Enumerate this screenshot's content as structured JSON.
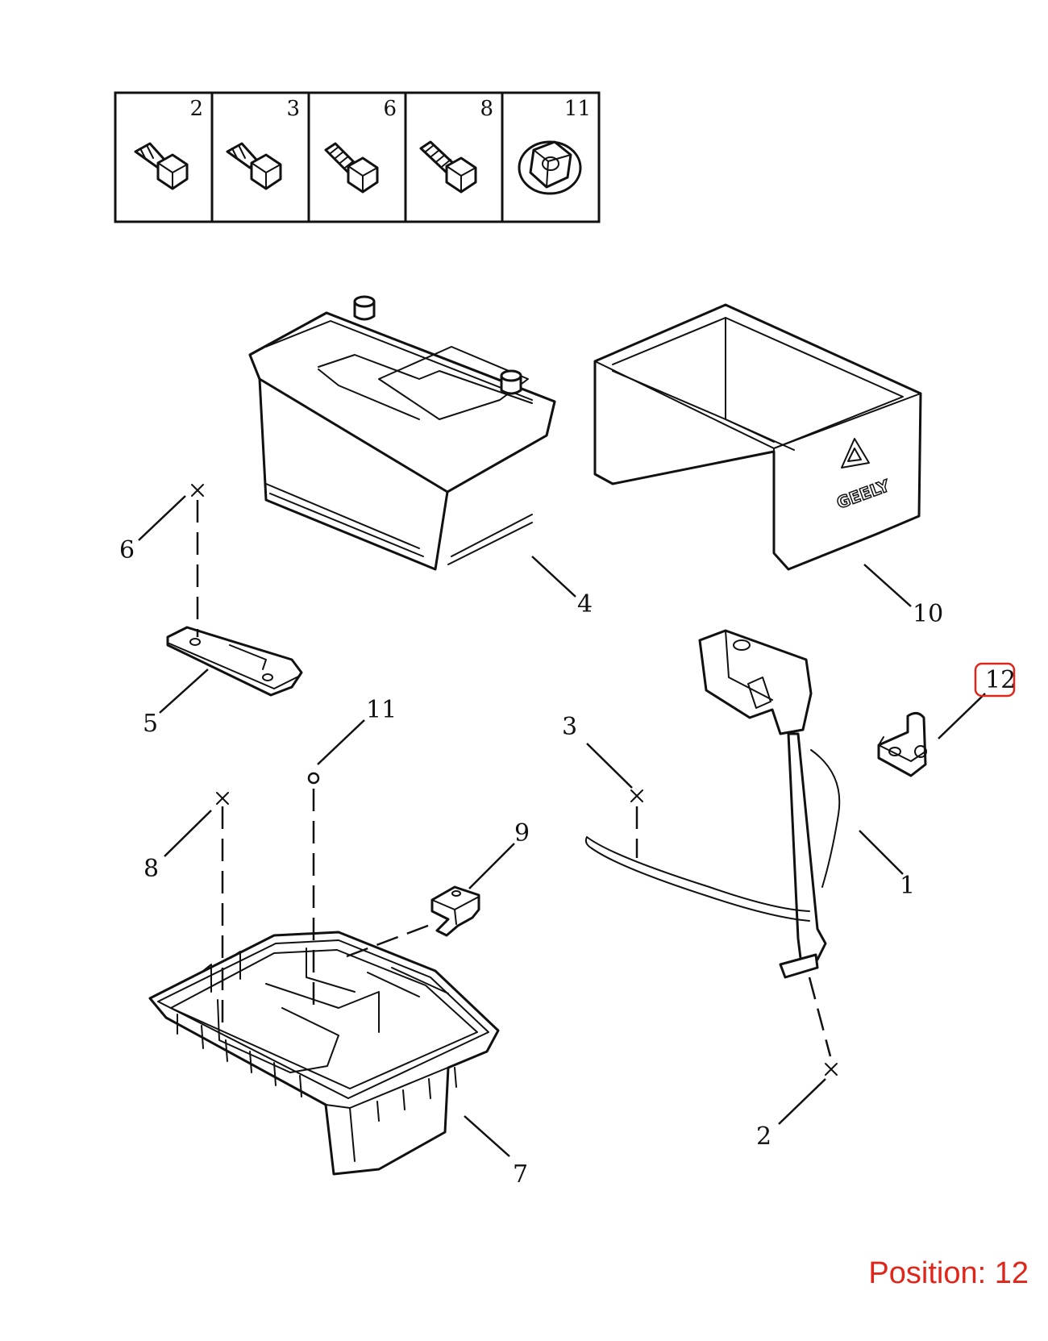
{
  "hardware_table": {
    "cells": [
      "2",
      "3",
      "6",
      "8",
      "11"
    ]
  },
  "callouts": {
    "p1": "1",
    "p2": "2",
    "p3": "3",
    "p4": "4",
    "p5": "5",
    "p6": "6",
    "p7": "7",
    "p8": "8",
    "p9": "9",
    "p10": "10",
    "p11": "11",
    "p12": "12"
  },
  "logo_text": "GEELY",
  "highlight": {
    "callout": "12",
    "color": "#e0261b"
  },
  "position": {
    "label": "Position: 12"
  }
}
